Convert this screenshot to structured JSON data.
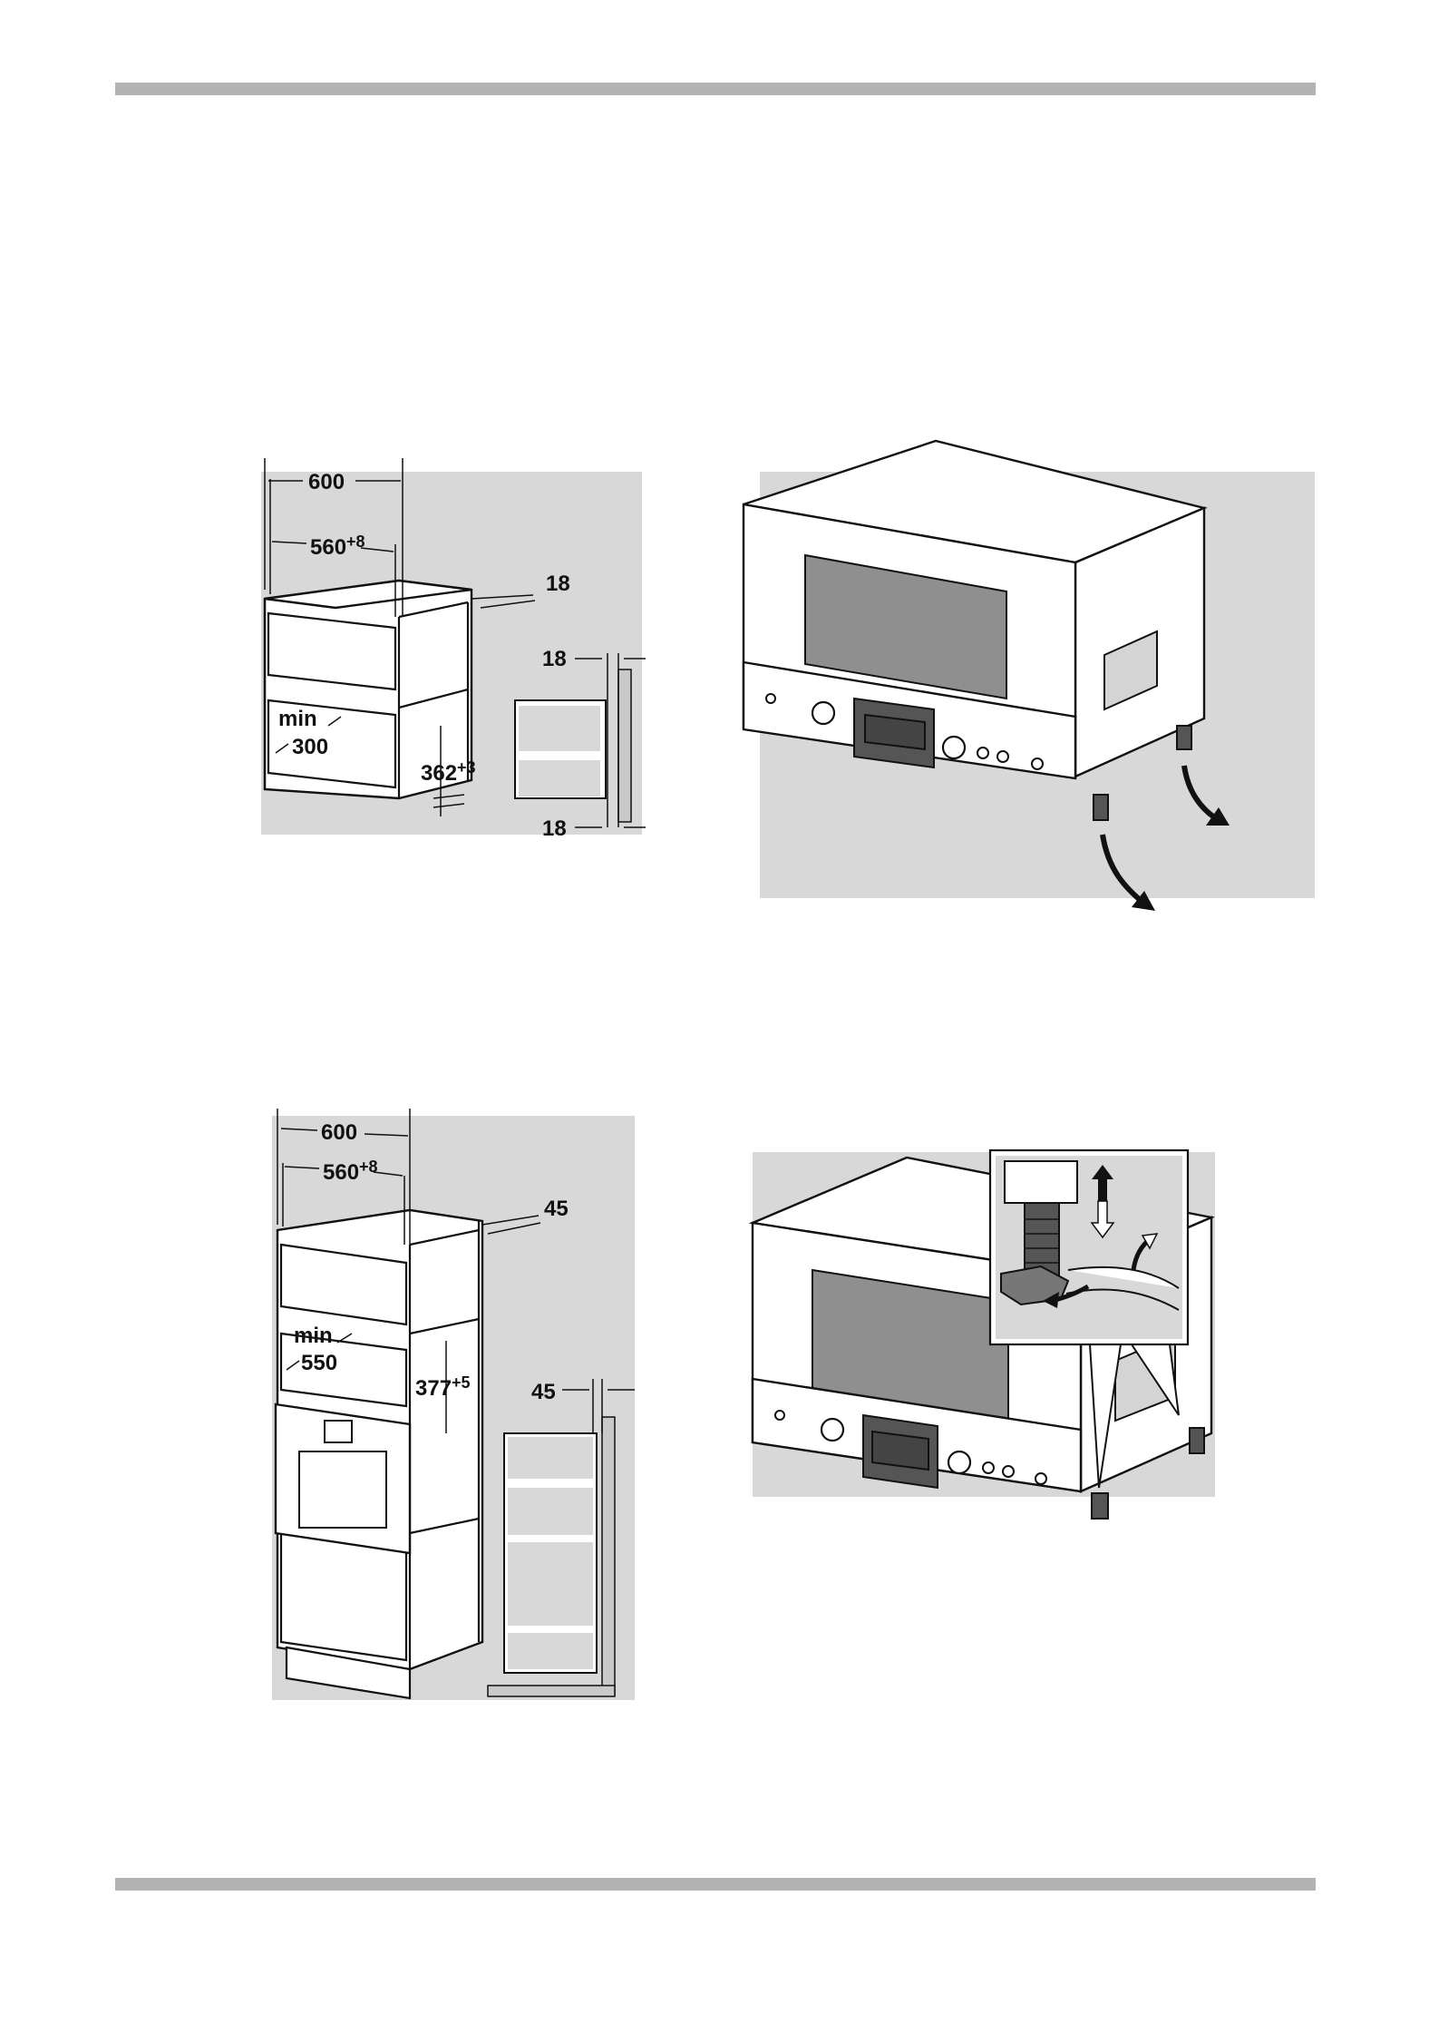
{
  "figures": {
    "fig1": {
      "dim_width_outer": "600",
      "dim_width_inner": "560",
      "dim_width_inner_tol": "+8",
      "dim_panel_top": "18",
      "dim_side_top": "18",
      "dim_side_bottom": "18",
      "dim_min_label": "min",
      "dim_min_value": "300",
      "dim_height": "362",
      "dim_height_tol": "+3"
    },
    "fig3": {
      "dim_width_outer": "600",
      "dim_width_inner": "560",
      "dim_width_inner_tol": "+8",
      "dim_panel_top": "45",
      "dim_side": "45",
      "dim_min_label": "min",
      "dim_min_value": "550",
      "dim_height": "377",
      "dim_height_tol": "+5"
    }
  }
}
